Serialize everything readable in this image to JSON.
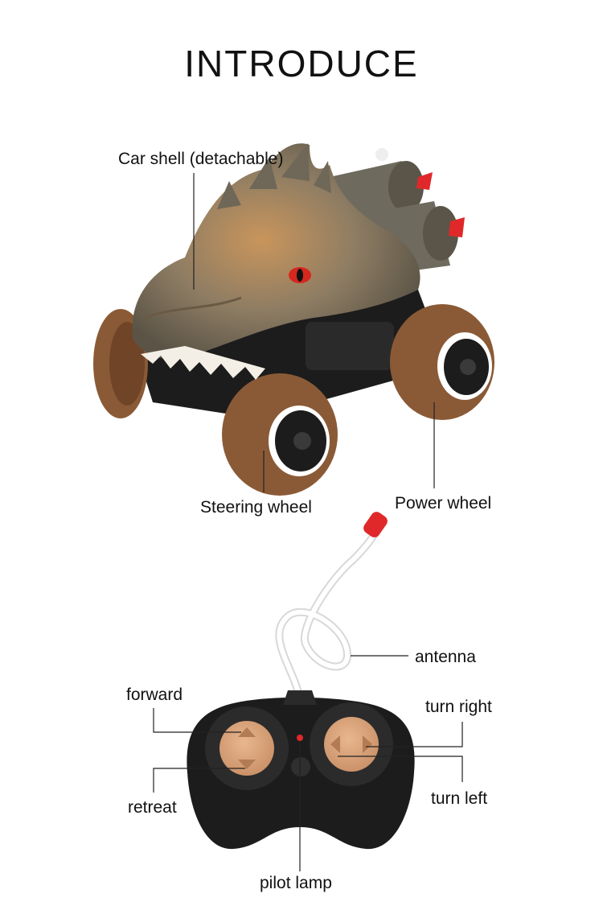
{
  "page": {
    "title": "INTRODUCE"
  },
  "car": {
    "labels": {
      "shell": "Car shell (detachable)",
      "steering": "Steering wheel",
      "power": "Power wheel"
    }
  },
  "remote": {
    "labels": {
      "antenna": "antenna",
      "forward": "forward",
      "turn_right": "turn right",
      "retreat": "retreat",
      "turn_left": "turn left",
      "pilot_lamp": "pilot lamp"
    }
  },
  "colors": {
    "tire": "#8a5a36",
    "body": "#1c1c1c",
    "dragon": "#8a7a62",
    "button": "#d9a57e",
    "antenna_tip": "#e0282a"
  }
}
